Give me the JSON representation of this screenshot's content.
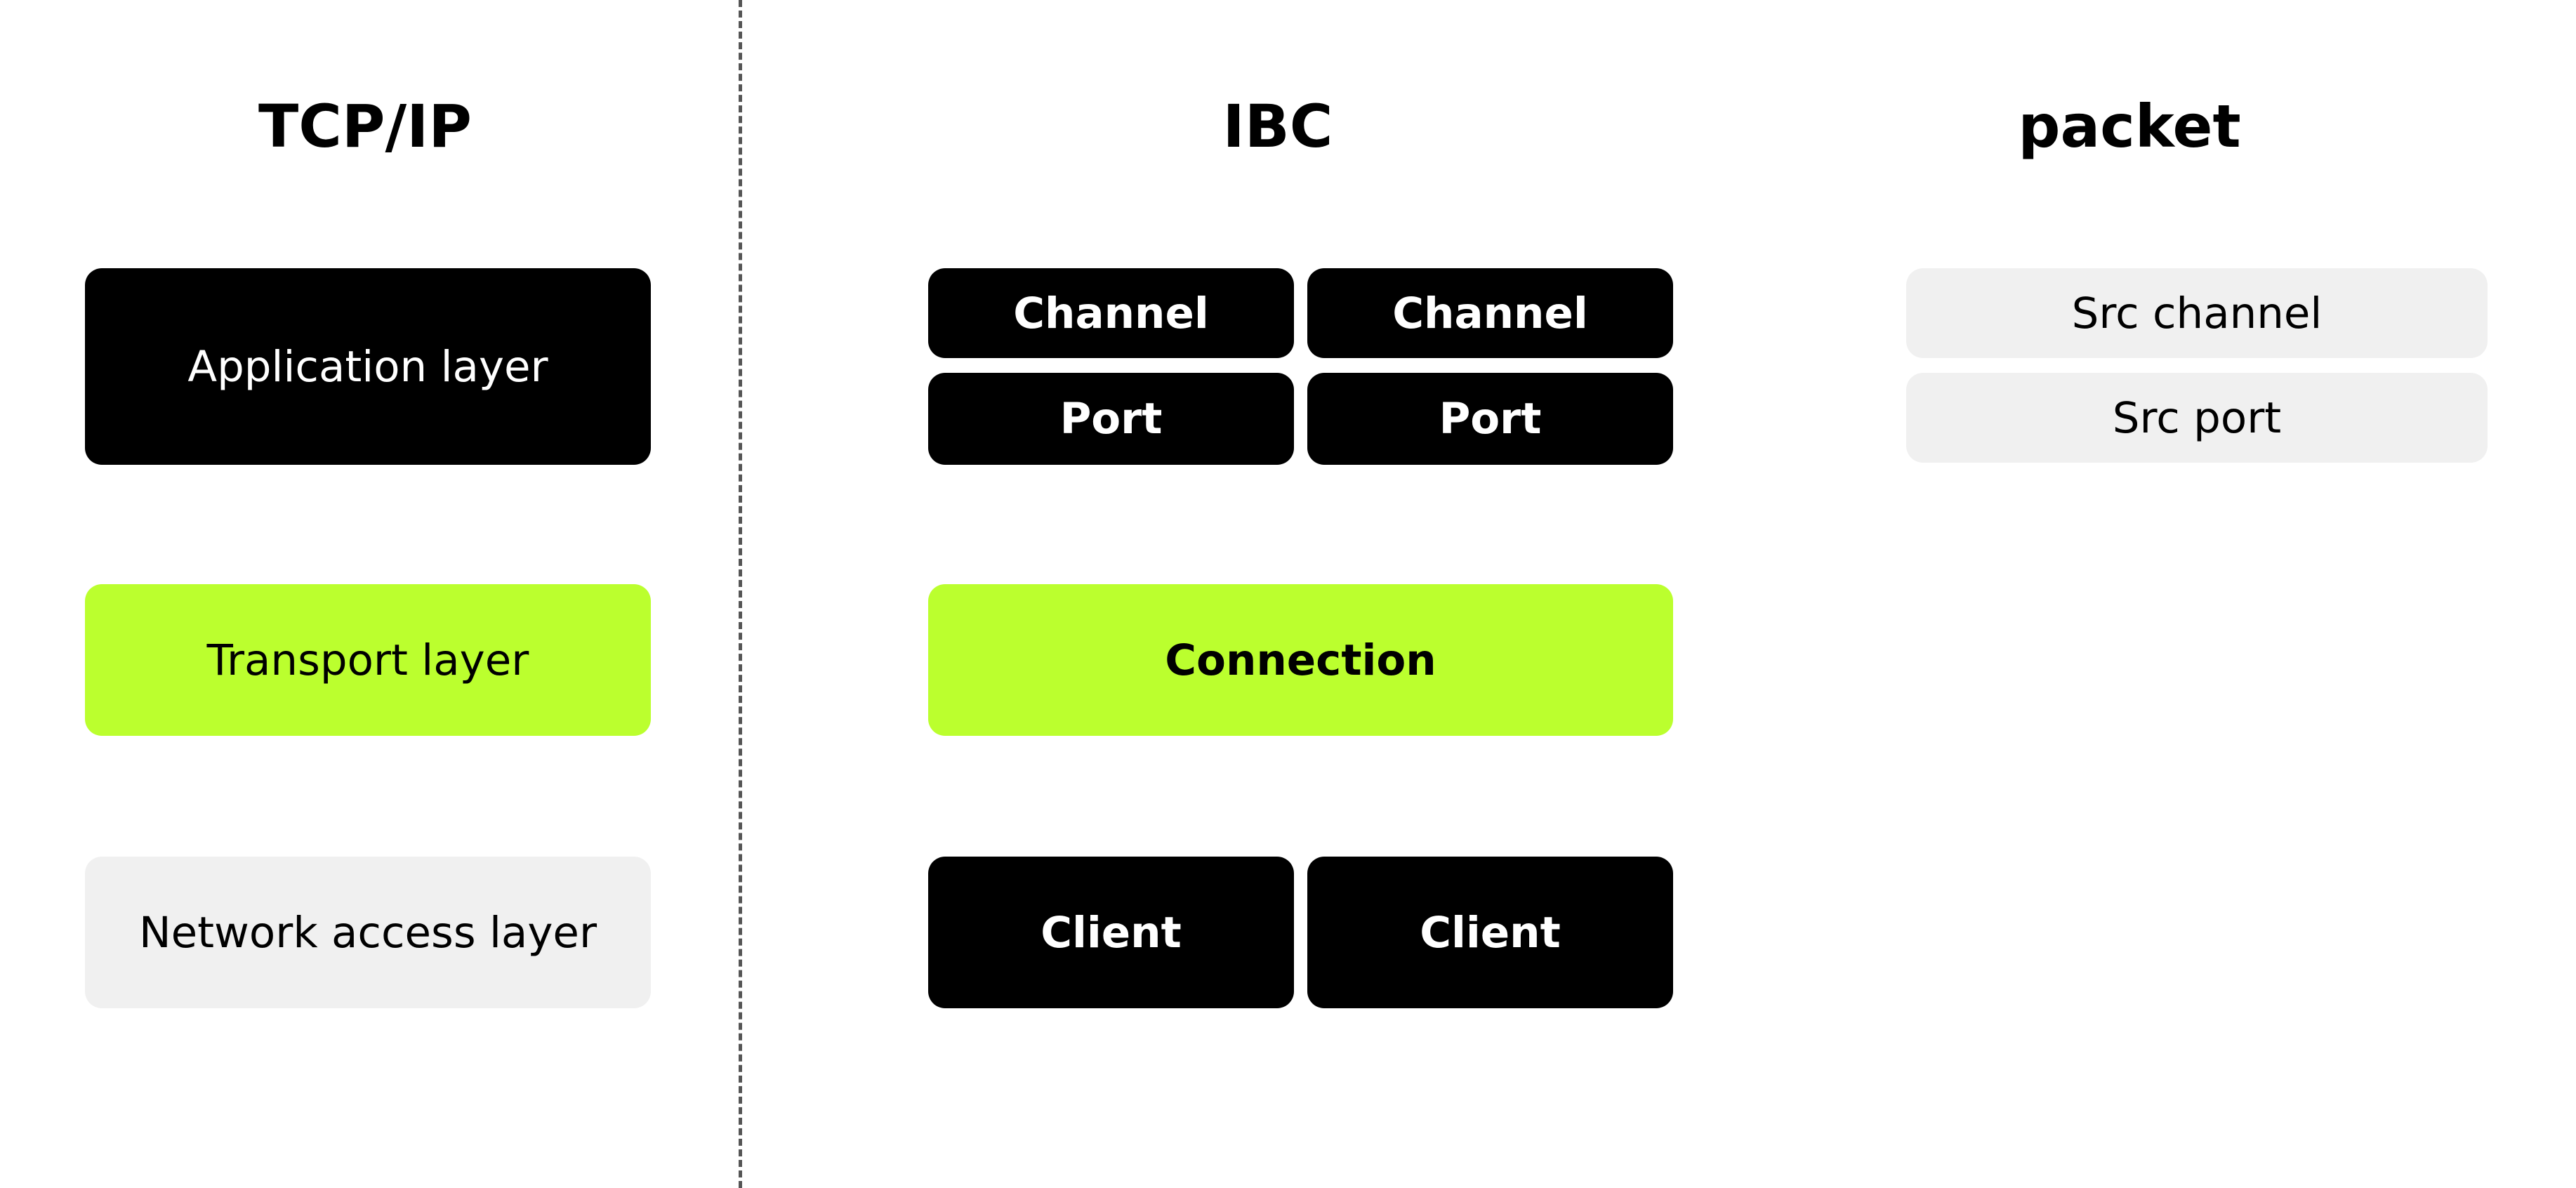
{
  "colors": {
    "dark": "#000000",
    "accent": "#bbff2e",
    "light": "#f0f0f0",
    "divider": "#555555"
  },
  "tcpip": {
    "title": "TCP/IP",
    "layers": {
      "application": "Application layer",
      "transport": "Transport layer",
      "network_access": "Network access layer"
    }
  },
  "ibc": {
    "title": "IBC",
    "channel_left": "Channel",
    "channel_right": "Channel",
    "port_left": "Port",
    "port_right": "Port",
    "connection": "Connection",
    "client_left": "Client",
    "client_right": "Client"
  },
  "packet": {
    "title": "packet",
    "fields": {
      "src_channel": "Src channel",
      "src_port": "Src port"
    }
  }
}
